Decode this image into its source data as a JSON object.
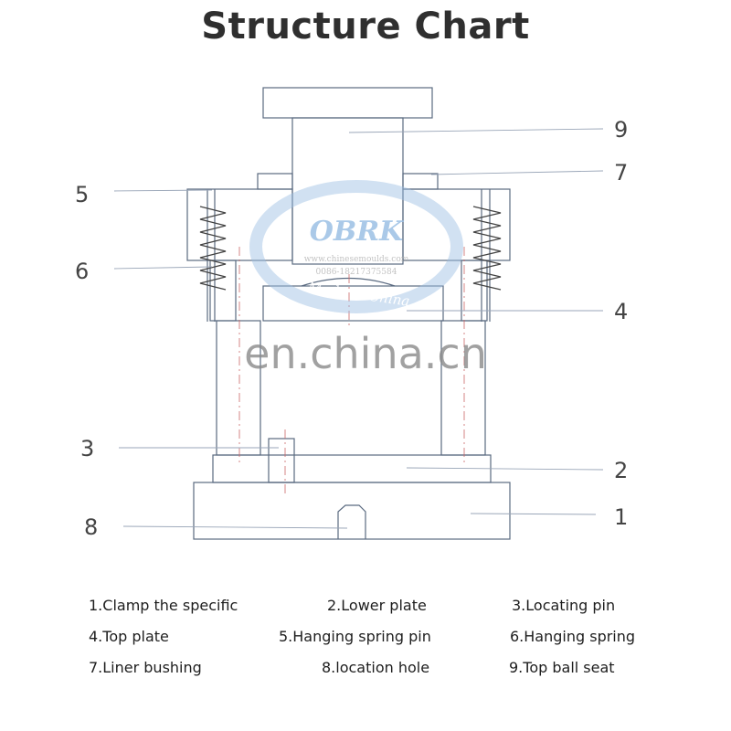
{
  "title": "Structure Chart",
  "watermark": {
    "logo_text": "OBRK",
    "logo_url": "www.chinesemoulds.com",
    "logo_phone": "0086-18217375584",
    "logo_tagline": "Made In China",
    "site_text": "en.china.cn"
  },
  "callouts": [
    "9",
    "7",
    "5",
    "6",
    "4",
    "3",
    "2",
    "8",
    "1"
  ],
  "legend": [
    "1.Clamp the specific",
    "2.Lower plate",
    "3.Locating pin",
    "4.Top plate",
    "5.Hanging spring pin",
    "6.Hanging spring",
    "7.Liner bushing",
    "8.location hole",
    "9.Top ball seat"
  ],
  "colors": {
    "line": "#5a6a80",
    "leader": "#9aa6b8",
    "watermark_blue": "#9cc0e4",
    "title": "#2f2f2f"
  }
}
